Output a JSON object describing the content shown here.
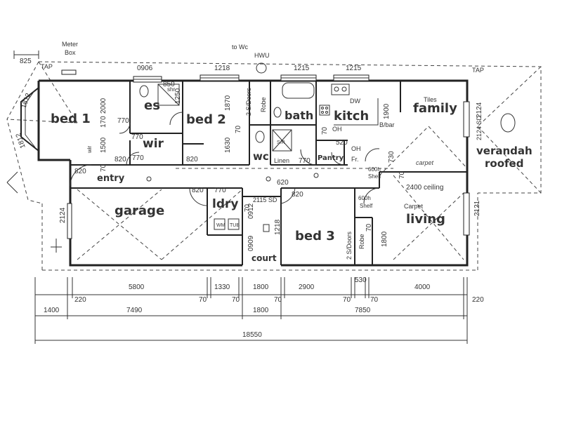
{
  "rooms": {
    "bed1": "bed 1",
    "es": "es",
    "bed2": "bed 2",
    "wir": "wir",
    "bath": "bath",
    "kitch": "kitch",
    "family": "family",
    "wc": "wc",
    "pantry": "Pantry",
    "entry": "entry",
    "garage": "garage",
    "ldry": "ldry",
    "court": "court",
    "bed3": "bed 3",
    "living": "living",
    "verandah": "verandah",
    "roofed": "roofed"
  },
  "labels": {
    "meter": "Meter",
    "box": "Box",
    "to_wc": "to Wc",
    "hwu": "HWU",
    "tap_left": "TAP",
    "tap_right": "TAP",
    "tiles": "Tiles",
    "dw": "DW",
    "bbar": "B/bar",
    "oh1": "OH",
    "oh2": "OH",
    "fr": "Fr.",
    "shelf_600_a": "600h",
    "shelf_a": "Shelf",
    "shelf_600_b": "600h",
    "shelf_b": "Shelf",
    "ceiling": "2400 ceiling",
    "carpet_a": "carpet",
    "carpet_b": "Carpet",
    "linen": "Linen",
    "sdoors_a": "2 S/Doors",
    "robe_a": "Robe",
    "sdoors_b": "2 S/Doors",
    "robe_b": "Robe",
    "sr": "S/R",
    "wm": "WM",
    "tub": "TUB",
    "shr": "shr",
    "wir_small": "wir",
    "sd_left": "2115 SD",
    "sd_right": "2124 SD"
  },
  "dims": {
    "d825": "825",
    "d0906": "0906",
    "d1218a": "1218",
    "d1215a": "1215",
    "d1215b": "1215",
    "d1812a": "1812",
    "d1812b": "1812",
    "d2000": "2000",
    "d170": "170",
    "d770a": "770",
    "d770b": "770",
    "d850": "850",
    "d1250": "1250",
    "d1870": "1870",
    "d70a": "70",
    "d1630": "1630",
    "d1500": "1500",
    "d820a": "820",
    "d820b": "820",
    "d820c": "820",
    "d820d": "820",
    "d820e": "820",
    "d770c": "770",
    "d770d": "770",
    "d770e": "770",
    "d620": "620",
    "d520": "520",
    "d1900": "1900",
    "d730": "730",
    "d70b": "70",
    "d2124a": "2124",
    "d2124b": "2124",
    "d2121": "2121",
    "d0912": "0912",
    "d0909": "0909",
    "d1218b": "1218",
    "d1800a": "1800",
    "d70c": "70",
    "d70d": "70",
    "d70e": "70",
    "d70f": "70"
  },
  "dimlines": {
    "r1": [
      "220",
      "5800",
      "70",
      "1330",
      "70",
      "1800",
      "70",
      "2900",
      "70",
      "530",
      "70",
      "4000",
      "220"
    ],
    "r2": [
      "1400",
      "7490",
      "1800",
      "7850"
    ],
    "total": "18550"
  }
}
